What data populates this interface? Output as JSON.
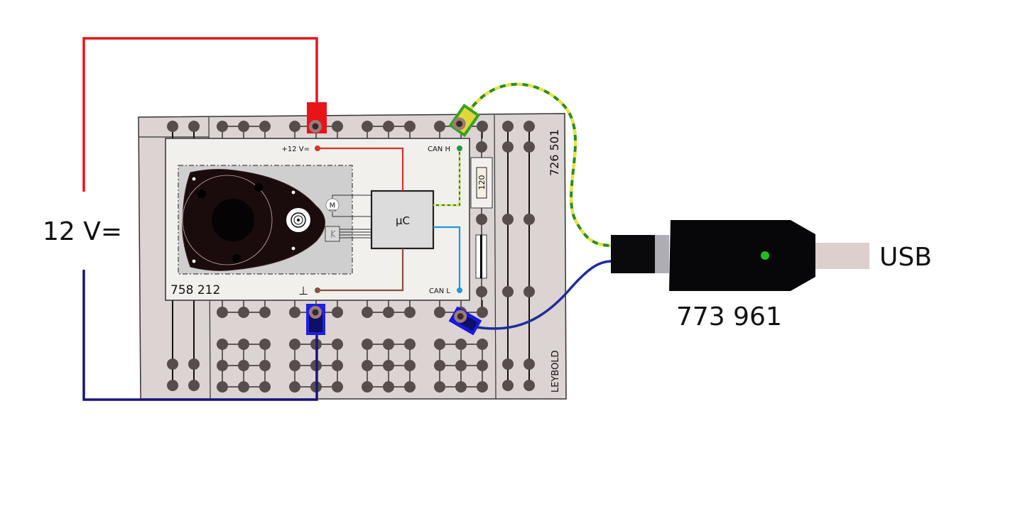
{
  "supply": {
    "label": "12 V="
  },
  "board": {
    "label": "726 501",
    "brand": "LEYBOLD",
    "resistor_value": "120"
  },
  "module": {
    "label": "758 212",
    "pin_vplus": "+12 V=",
    "pin_ground": "⊥",
    "pin_canh": "CAN H",
    "pin_canl": "CAN L",
    "controller": "µC",
    "motor_symbol": "M"
  },
  "interface": {
    "label": "773 961",
    "port": "USB"
  },
  "colors": {
    "red_wire": "#e0161b",
    "blue_wire": "#16167a",
    "can_h_green": "#2e8b1e",
    "can_h_yellow": "#e6e63a",
    "can_l_blue": "#1b9ad6",
    "ground_brown": "#8a5040",
    "board_bg": "#dcd3d3",
    "pin_dot": "#564d4c",
    "led_green": "#22bb22"
  }
}
